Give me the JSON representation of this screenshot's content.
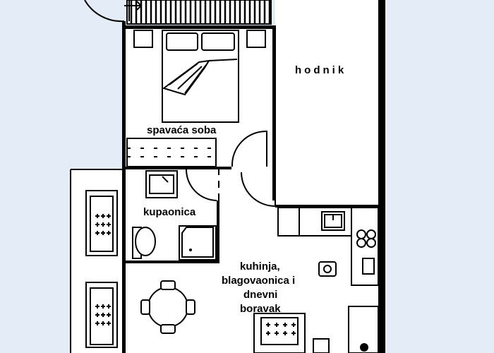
{
  "rooms": {
    "hallway": "hodnik",
    "bedroom": "spavaća soba",
    "bathroom": "kupaonica",
    "living_line1": "kuhinja,",
    "living_line2": "blagovaonica i",
    "living_line3": "dnevni",
    "living_line4": "boravak"
  },
  "colors": {
    "background": "#e4ecf7",
    "floor": "#ffffff",
    "walls": "#000000"
  }
}
